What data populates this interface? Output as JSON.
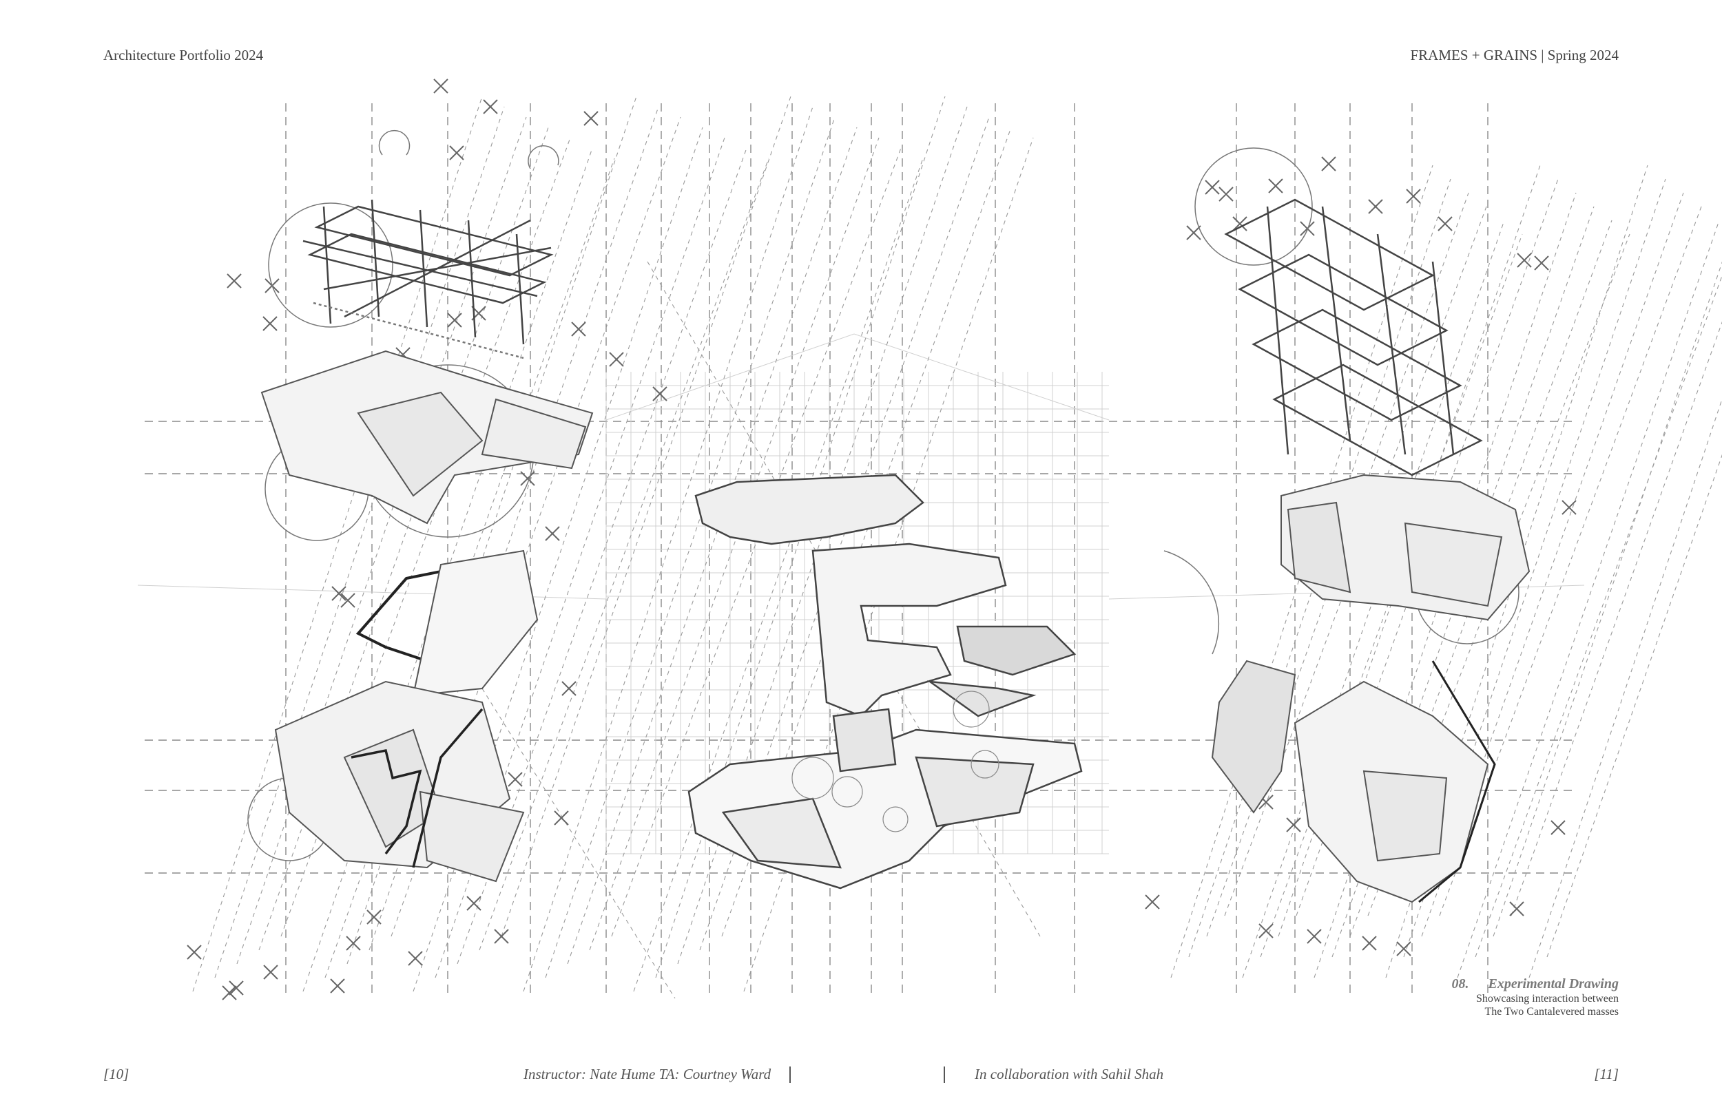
{
  "header": {
    "left": "Architecture Portfolio 2024",
    "right": "FRAMES + GRAINS | Spring 2024"
  },
  "caption": {
    "number": "08.",
    "title": "Experimental Drawing",
    "line1": "Showcasing interaction between",
    "line2": "The Two Cantalevered  masses"
  },
  "footer": {
    "page_left": "[10]",
    "instructor": "Instructor: Nate Hume TA: Courtney Ward",
    "collaboration": "In collaboration with Sahil Shah",
    "page_right": "[11]"
  },
  "colors": {
    "line": "#8a8a8a",
    "dark": "#3a3a3a",
    "light": "#c8c8c8"
  }
}
